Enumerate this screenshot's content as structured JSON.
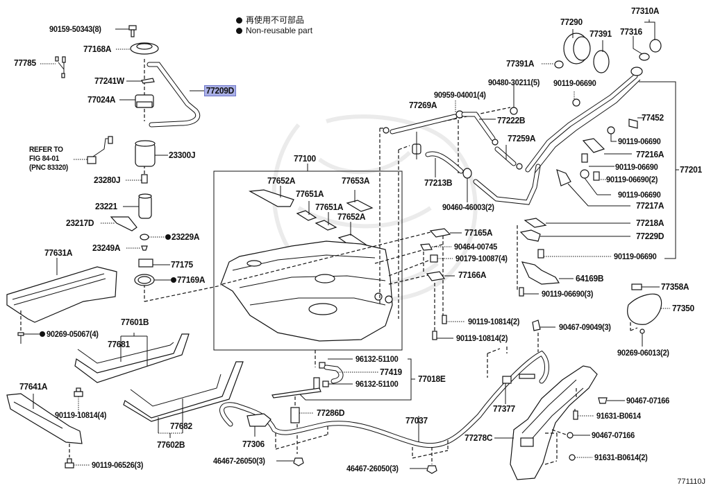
{
  "legend": {
    "jp": "再使用不可部品",
    "en": "Non-reusable part",
    "bullet_icon": "filled-circle"
  },
  "diagram_code": "771110J",
  "refer_note": [
    "REFER TO",
    "FIG 84-01",
    "(PNC 83320)"
  ],
  "highlighted_part": "77209D",
  "labels": {
    "p90159_50343": "90159-50343(8)",
    "p77168A": "77168A",
    "p77785": "77785",
    "p77241W": "77241W",
    "p77209D": "77209D",
    "p77024A": "77024A",
    "p23300J": "23300J",
    "p23280J": "23280J",
    "p23221": "23221",
    "p23217D": "23217D",
    "p23229A": "23229A",
    "p23249A": "23249A",
    "p77175": "77175",
    "p77169A": "77169A",
    "p77631A": "77631A",
    "p90269_05067": "90269-05067(4)",
    "p77601B": "77601B",
    "p77681": "77681",
    "p77641A": "77641A",
    "p90119_10814_4": "90119-10814(4)",
    "p77682": "77682",
    "p77602B": "77602B",
    "p90119_06526": "90119-06526(3)",
    "p77100": "77100",
    "p77652A_1": "77652A",
    "p77653A": "77653A",
    "p77651A_1": "77651A",
    "p77651A_2": "77651A",
    "p77652A_2": "77652A",
    "p77269A": "77269A",
    "p90959_04001": "90959-04001(4)",
    "p90480_30211": "90480-30211(5)",
    "p77222B": "77222B",
    "p77259A": "77259A",
    "p77213B": "77213B",
    "p90460_46003": "90460-46003(2)",
    "p77290": "77290",
    "p77391": "77391",
    "p77391A": "77391A",
    "p77310A": "77310A",
    "p77316": "77316",
    "p90119_06690_top": "90119-06690",
    "p77452": "77452",
    "p90119_06690_a": "90119-06690",
    "p77216A": "77216A",
    "p90119_06690_b": "90119-06690",
    "p90119_06690_2": "90119-06690(2)",
    "p90119_06690_c": "90119-06690",
    "p77217A": "77217A",
    "p77201": "77201",
    "p77218A": "77218A",
    "p77229D": "77229D",
    "p90119_06690_d": "90119-06690",
    "p77165A": "77165A",
    "p90464_00745": "90464-00745",
    "p90179_10087": "90179-10087(4)",
    "p77166A": "77166A",
    "p64169B": "64169B",
    "p90119_06690_3": "90119-06690(3)",
    "p77358A": "77358A",
    "p77350": "77350",
    "p90119_10814_2a": "90119-10814(2)",
    "p90119_10814_2b": "90119-10814(2)",
    "p90467_09049": "90467-09049(3)",
    "p90269_06013": "90269-06013(2)",
    "p96132_51100_a": "96132-51100",
    "p77419": "77419",
    "p96132_51100_b": "96132-51100",
    "p77018E": "77018E",
    "p77286D": "77286D",
    "p77306": "77306",
    "p46467_26050_a": "46467-26050(3)",
    "p77037": "77037",
    "p46467_26050_b": "46467-26050(3)",
    "p77377": "77377",
    "p77278C": "77278C",
    "p90467_07166_a": "90467-07166",
    "p91631_B0614": "91631-B0614",
    "p90467_07166_b": "90467-07166",
    "p91631_B0614_2": "91631-B0614(2)"
  },
  "non_reusable_parts": [
    "23229A",
    "77169A",
    "90269-05067(4)"
  ]
}
